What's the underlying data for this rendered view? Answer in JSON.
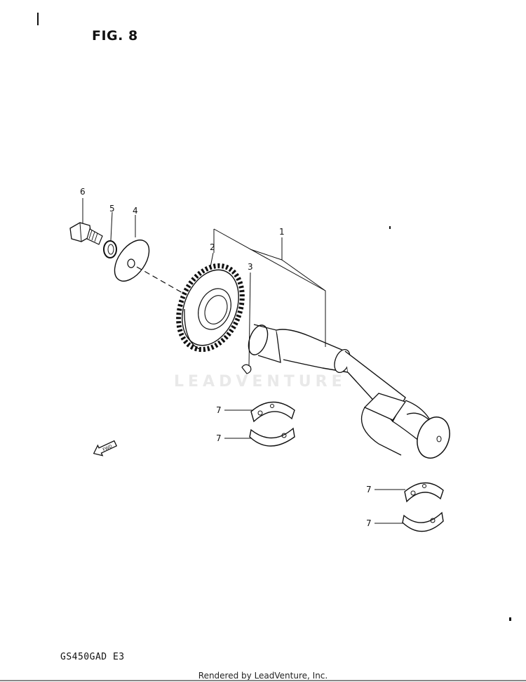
{
  "header": {
    "figure_label": "FIG. 8"
  },
  "watermark": {
    "text": "LEADVENTURE"
  },
  "callouts": {
    "c1": "1",
    "c2": "2",
    "c3": "3",
    "c4": "4",
    "c5": "5",
    "c6": "6",
    "c7a": "7",
    "c7b": "7",
    "c7c": "7",
    "c7d": "7"
  },
  "fwd_arrow": {
    "text": "FWD"
  },
  "model": {
    "code": "GS450GAD E3"
  },
  "footer": {
    "rendered_by": "Rendered by LeadVenture, Inc."
  }
}
